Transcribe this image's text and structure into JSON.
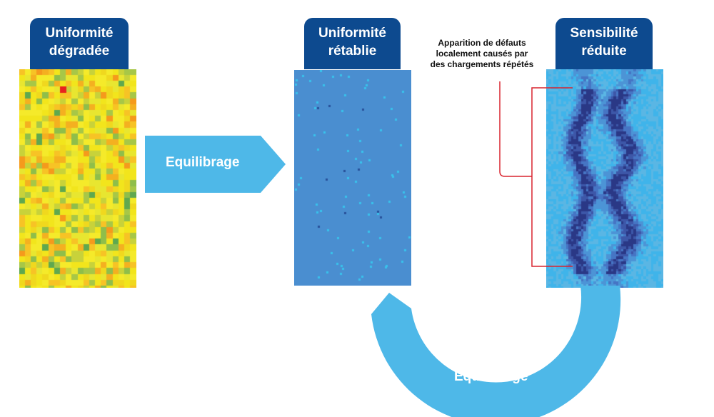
{
  "panels": [
    {
      "title_line1": "Uniformité",
      "title_line2": "dégradée",
      "state": "degraded"
    },
    {
      "title_line1": "Uniformité",
      "title_line2": "rétablie",
      "state": "restored"
    },
    {
      "title_line1": "Sensibilité",
      "title_line2": "réduite",
      "state": "reduced"
    }
  ],
  "arrows": {
    "forward_label": "Equilibrage",
    "return_label": "Equilibrage"
  },
  "annotation": {
    "line1": "Apparition de défauts",
    "line2": "localement causés par",
    "line3": "des chargements répétés"
  },
  "colors": {
    "title_bg": "#0d4a8f",
    "arrow": "#4eb8e8",
    "bracket": "#d9232e",
    "restored_bg": "#4a8ed0"
  }
}
